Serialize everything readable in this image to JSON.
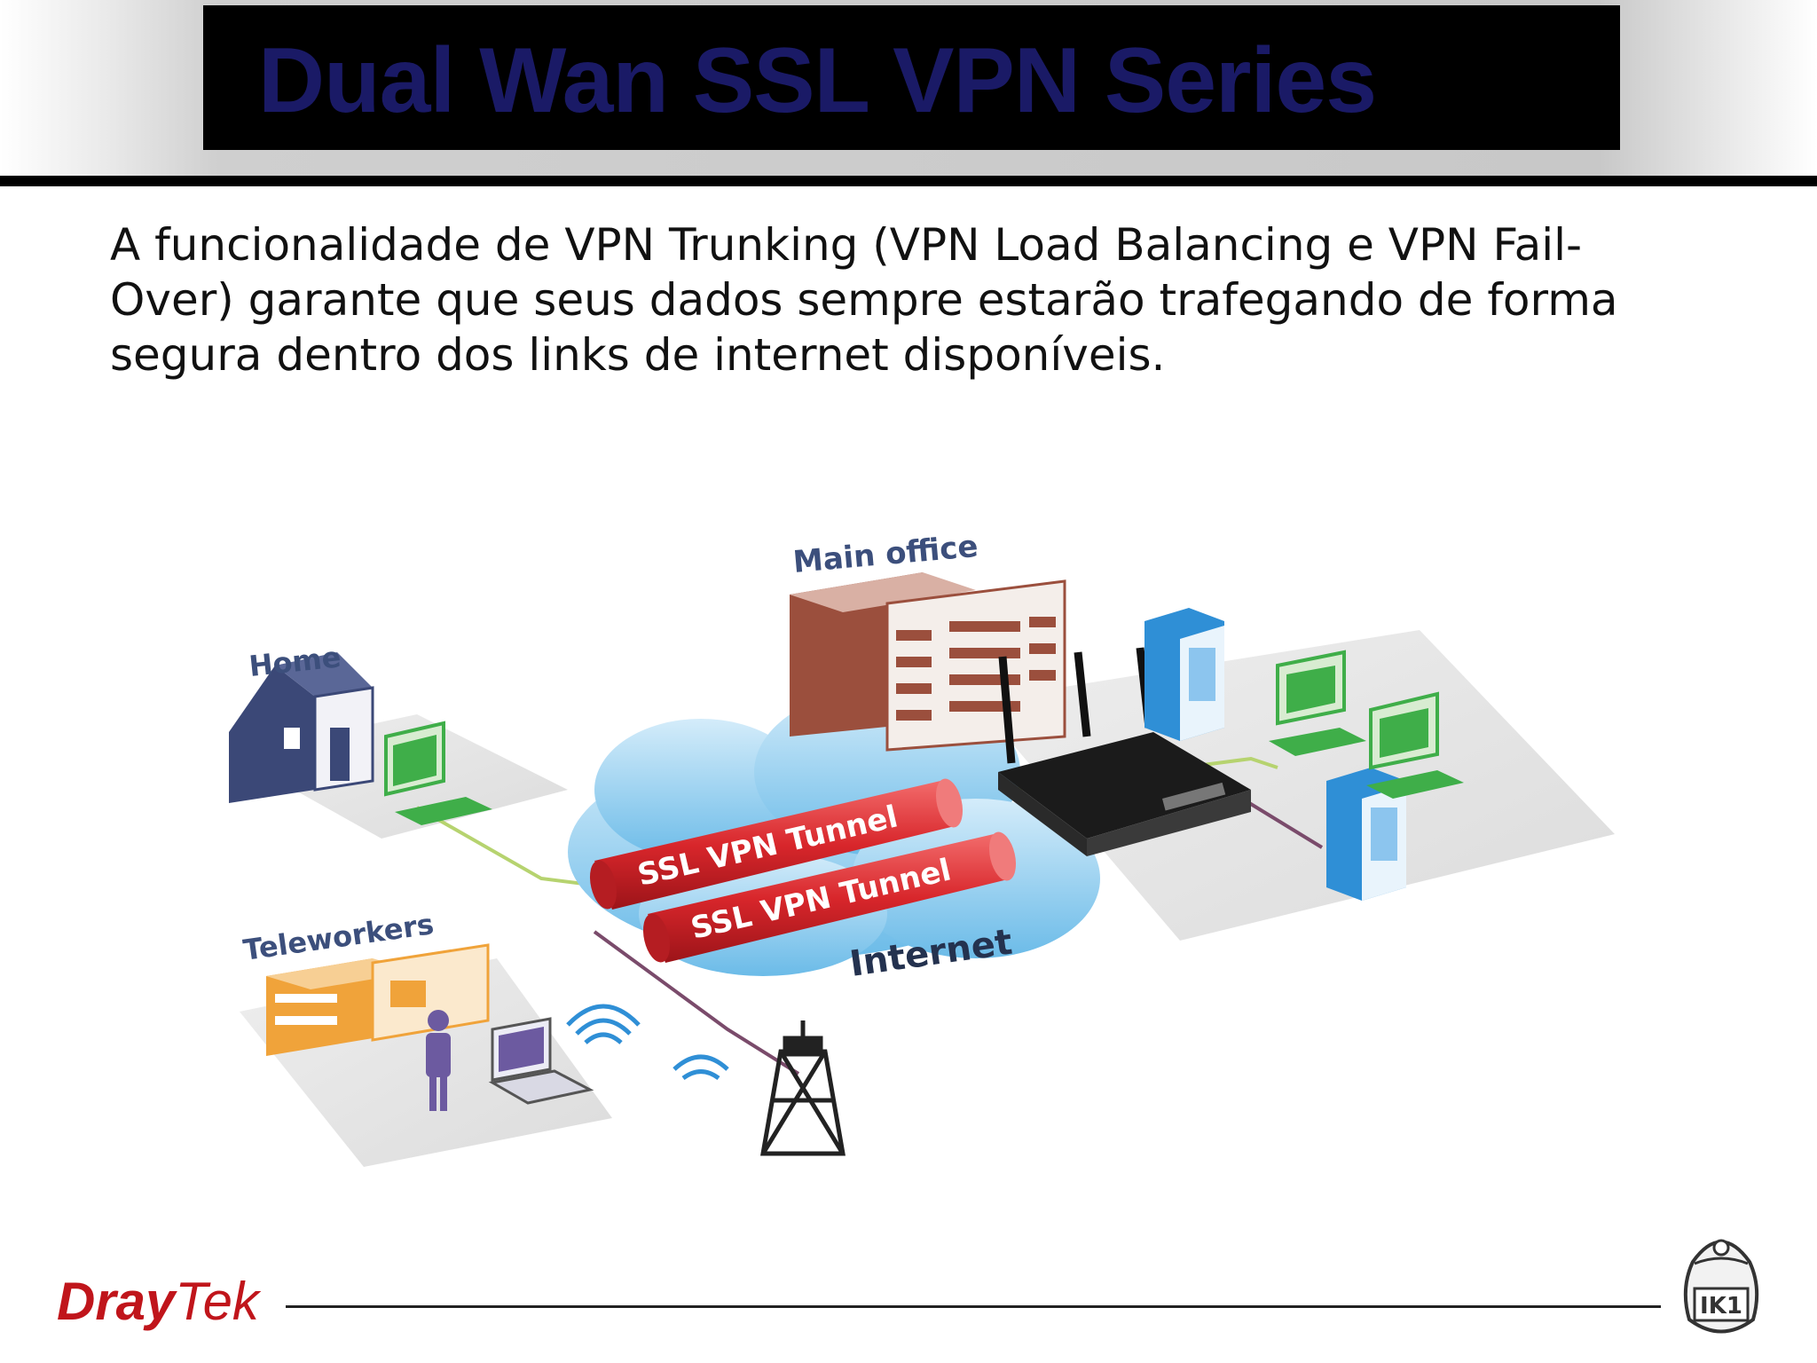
{
  "slide": {
    "title": "Dual Wan SSL VPN Series",
    "body": "A funcionalidade de VPN Trunking (VPN Load Balancing e VPN Fail-Over) garante que seus dados sempre estarão trafegando de forma segura dentro dos links de internet disponíveis."
  },
  "diagram": {
    "labels": {
      "main_office": "Main office",
      "home": "Home",
      "teleworkers": "Teleworkers",
      "internet": "Internet",
      "tunnel_1": "SSL VPN Tunnel",
      "tunnel_2": "SSL VPN Tunnel"
    },
    "colors": {
      "tunnel_red": "#d8262b",
      "cloud_blue": "#7fc6ec",
      "building_brown": "#9b4f3d",
      "teleworker_orange": "#f0a33a",
      "house_navy": "#3b4877",
      "monitor_green": "#3fae49",
      "server_blue": "#2f8fd6",
      "link_green": "#b6d36f",
      "link_purple": "#7a4b6b",
      "label_text": "#3c4f7c"
    }
  },
  "footer": {
    "logo_part1": "Dray",
    "logo_part2": "Tek",
    "badge_text": "IK1"
  }
}
